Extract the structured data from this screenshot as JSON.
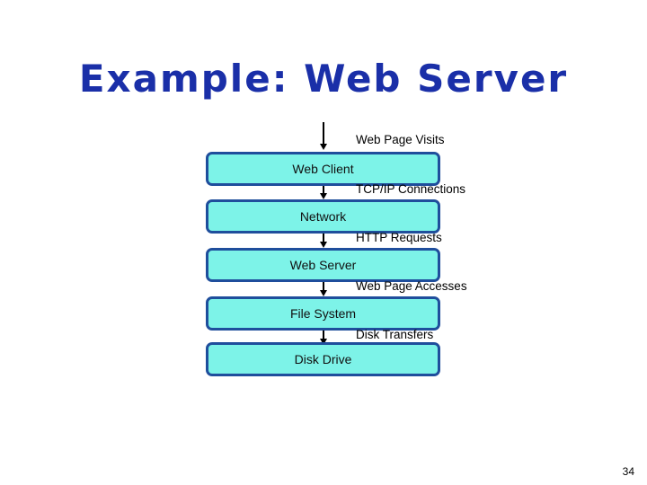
{
  "slide": {
    "title": "Example: Web Server",
    "page_number": "34",
    "background_color": "#ffffff",
    "title_color": "#1a2fa8"
  },
  "diagram": {
    "type": "layered-stack",
    "box_fill_color": "#7df3e8",
    "box_border_color": "#1f4e9c",
    "arrow_color": "#000000",
    "nodes": [
      {
        "label": "Web Client"
      },
      {
        "label": "Network"
      },
      {
        "label": "Web Server"
      },
      {
        "label": "File System"
      },
      {
        "label": "Disk Drive"
      }
    ],
    "edges": [
      {
        "label": "Web Page Visits",
        "to": "Web Client"
      },
      {
        "label": "TCP/IP Connections",
        "from": "Web Client",
        "to": "Network"
      },
      {
        "label": "HTTP Requests",
        "from": "Network",
        "to": "Web Server"
      },
      {
        "label": "Web Page Accesses",
        "from": "Web Server",
        "to": "File System"
      },
      {
        "label": "Disk Transfers",
        "from": "File System",
        "to": "Disk Drive"
      }
    ]
  }
}
